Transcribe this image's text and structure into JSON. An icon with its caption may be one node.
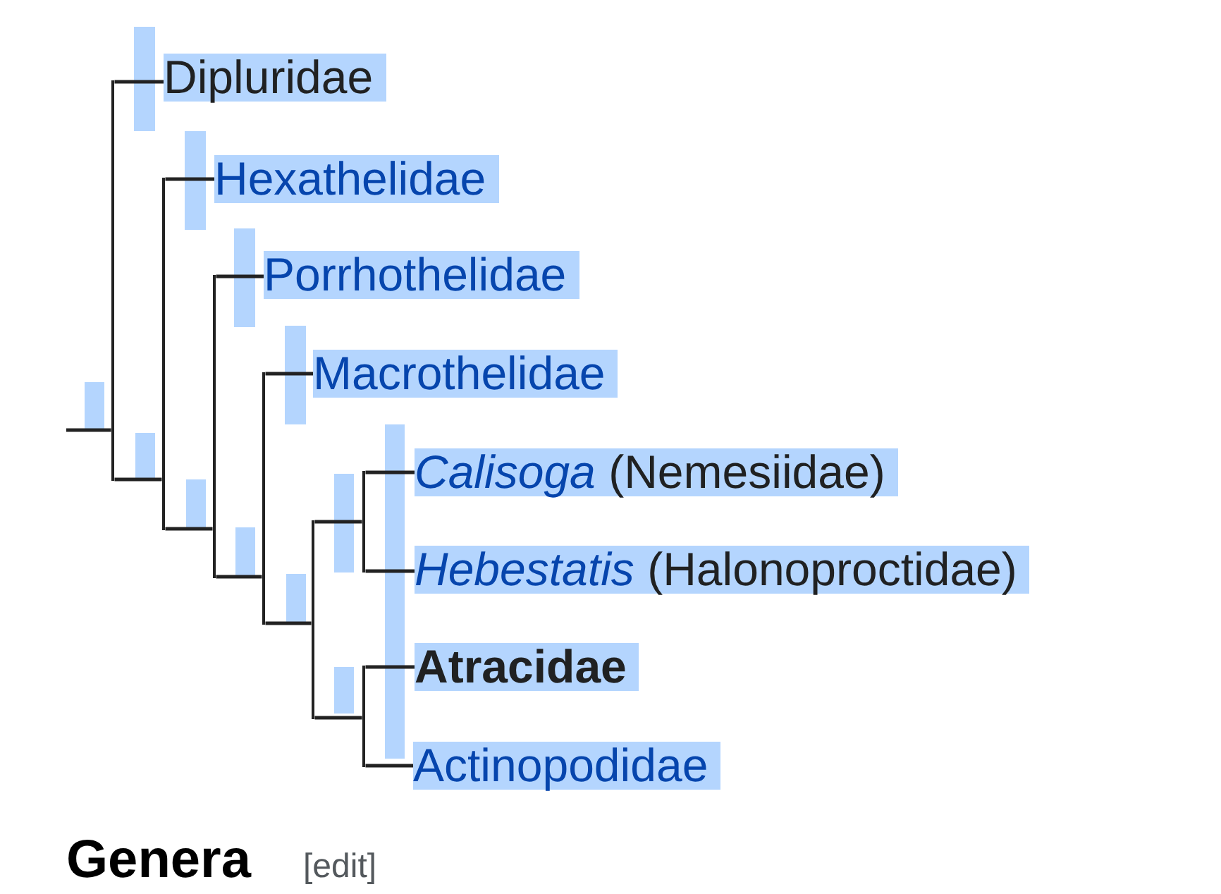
{
  "diagram": {
    "nodes": [
      {
        "text": [
          "Dipluridae"
        ]
      },
      {
        "text": [
          "Hexathelidae"
        ]
      },
      {
        "text": [
          "Porrhothelidae"
        ]
      },
      {
        "text": [
          "Macrothelidae"
        ]
      },
      {
        "text": [
          "*Calisoga* (Nemesiidae)"
        ]
      },
      {
        "text": [
          "*Hebestatis* (Halonoproctidae)"
        ]
      },
      {
        "text": [
          "Atracidae"
        ]
      },
      {
        "text": [
          "Actinopodidae"
        ]
      },
      {
        "text": [],
        "shape": "bar"
      },
      {
        "text": [],
        "shape": "bar"
      },
      {
        "text": [],
        "shape": "bar"
      },
      {
        "text": [],
        "shape": "bar"
      },
      {
        "text": [],
        "shape": "bar"
      },
      {
        "text": [],
        "shape": "bar"
      },
      {
        "text": [],
        "shape": "bar"
      }
    ],
    "edges": [
      {
        "from": null,
        "to": 8,
        "arrow": "none"
      },
      {
        "from": 8,
        "to": 0,
        "arrow": "none"
      },
      {
        "from": 8,
        "to": 9,
        "arrow": "none"
      },
      {
        "from": 9,
        "to": 1,
        "arrow": "none"
      },
      {
        "from": 9,
        "to": 10,
        "arrow": "none"
      },
      {
        "from": 10,
        "to": 2,
        "arrow": "none"
      },
      {
        "from": 10,
        "to": 11,
        "arrow": "none"
      },
      {
        "from": 11,
        "to": 3,
        "arrow": "none"
      },
      {
        "from": 11,
        "to": 12,
        "arrow": "none"
      },
      {
        "from": 12,
        "to": 13,
        "arrow": "none"
      },
      {
        "from": 12,
        "to": 14,
        "arrow": "none"
      },
      {
        "from": 13,
        "to": 4,
        "arrow": "none"
      },
      {
        "from": 13,
        "to": 5,
        "arrow": "none"
      },
      {
        "from": 14,
        "to": 6,
        "arrow": "none"
      },
      {
        "from": 14,
        "to": 7,
        "arrow": "none"
      }
    ],
    "labels": [
      "Genera",
      "[edit]"
    ]
  }
}
